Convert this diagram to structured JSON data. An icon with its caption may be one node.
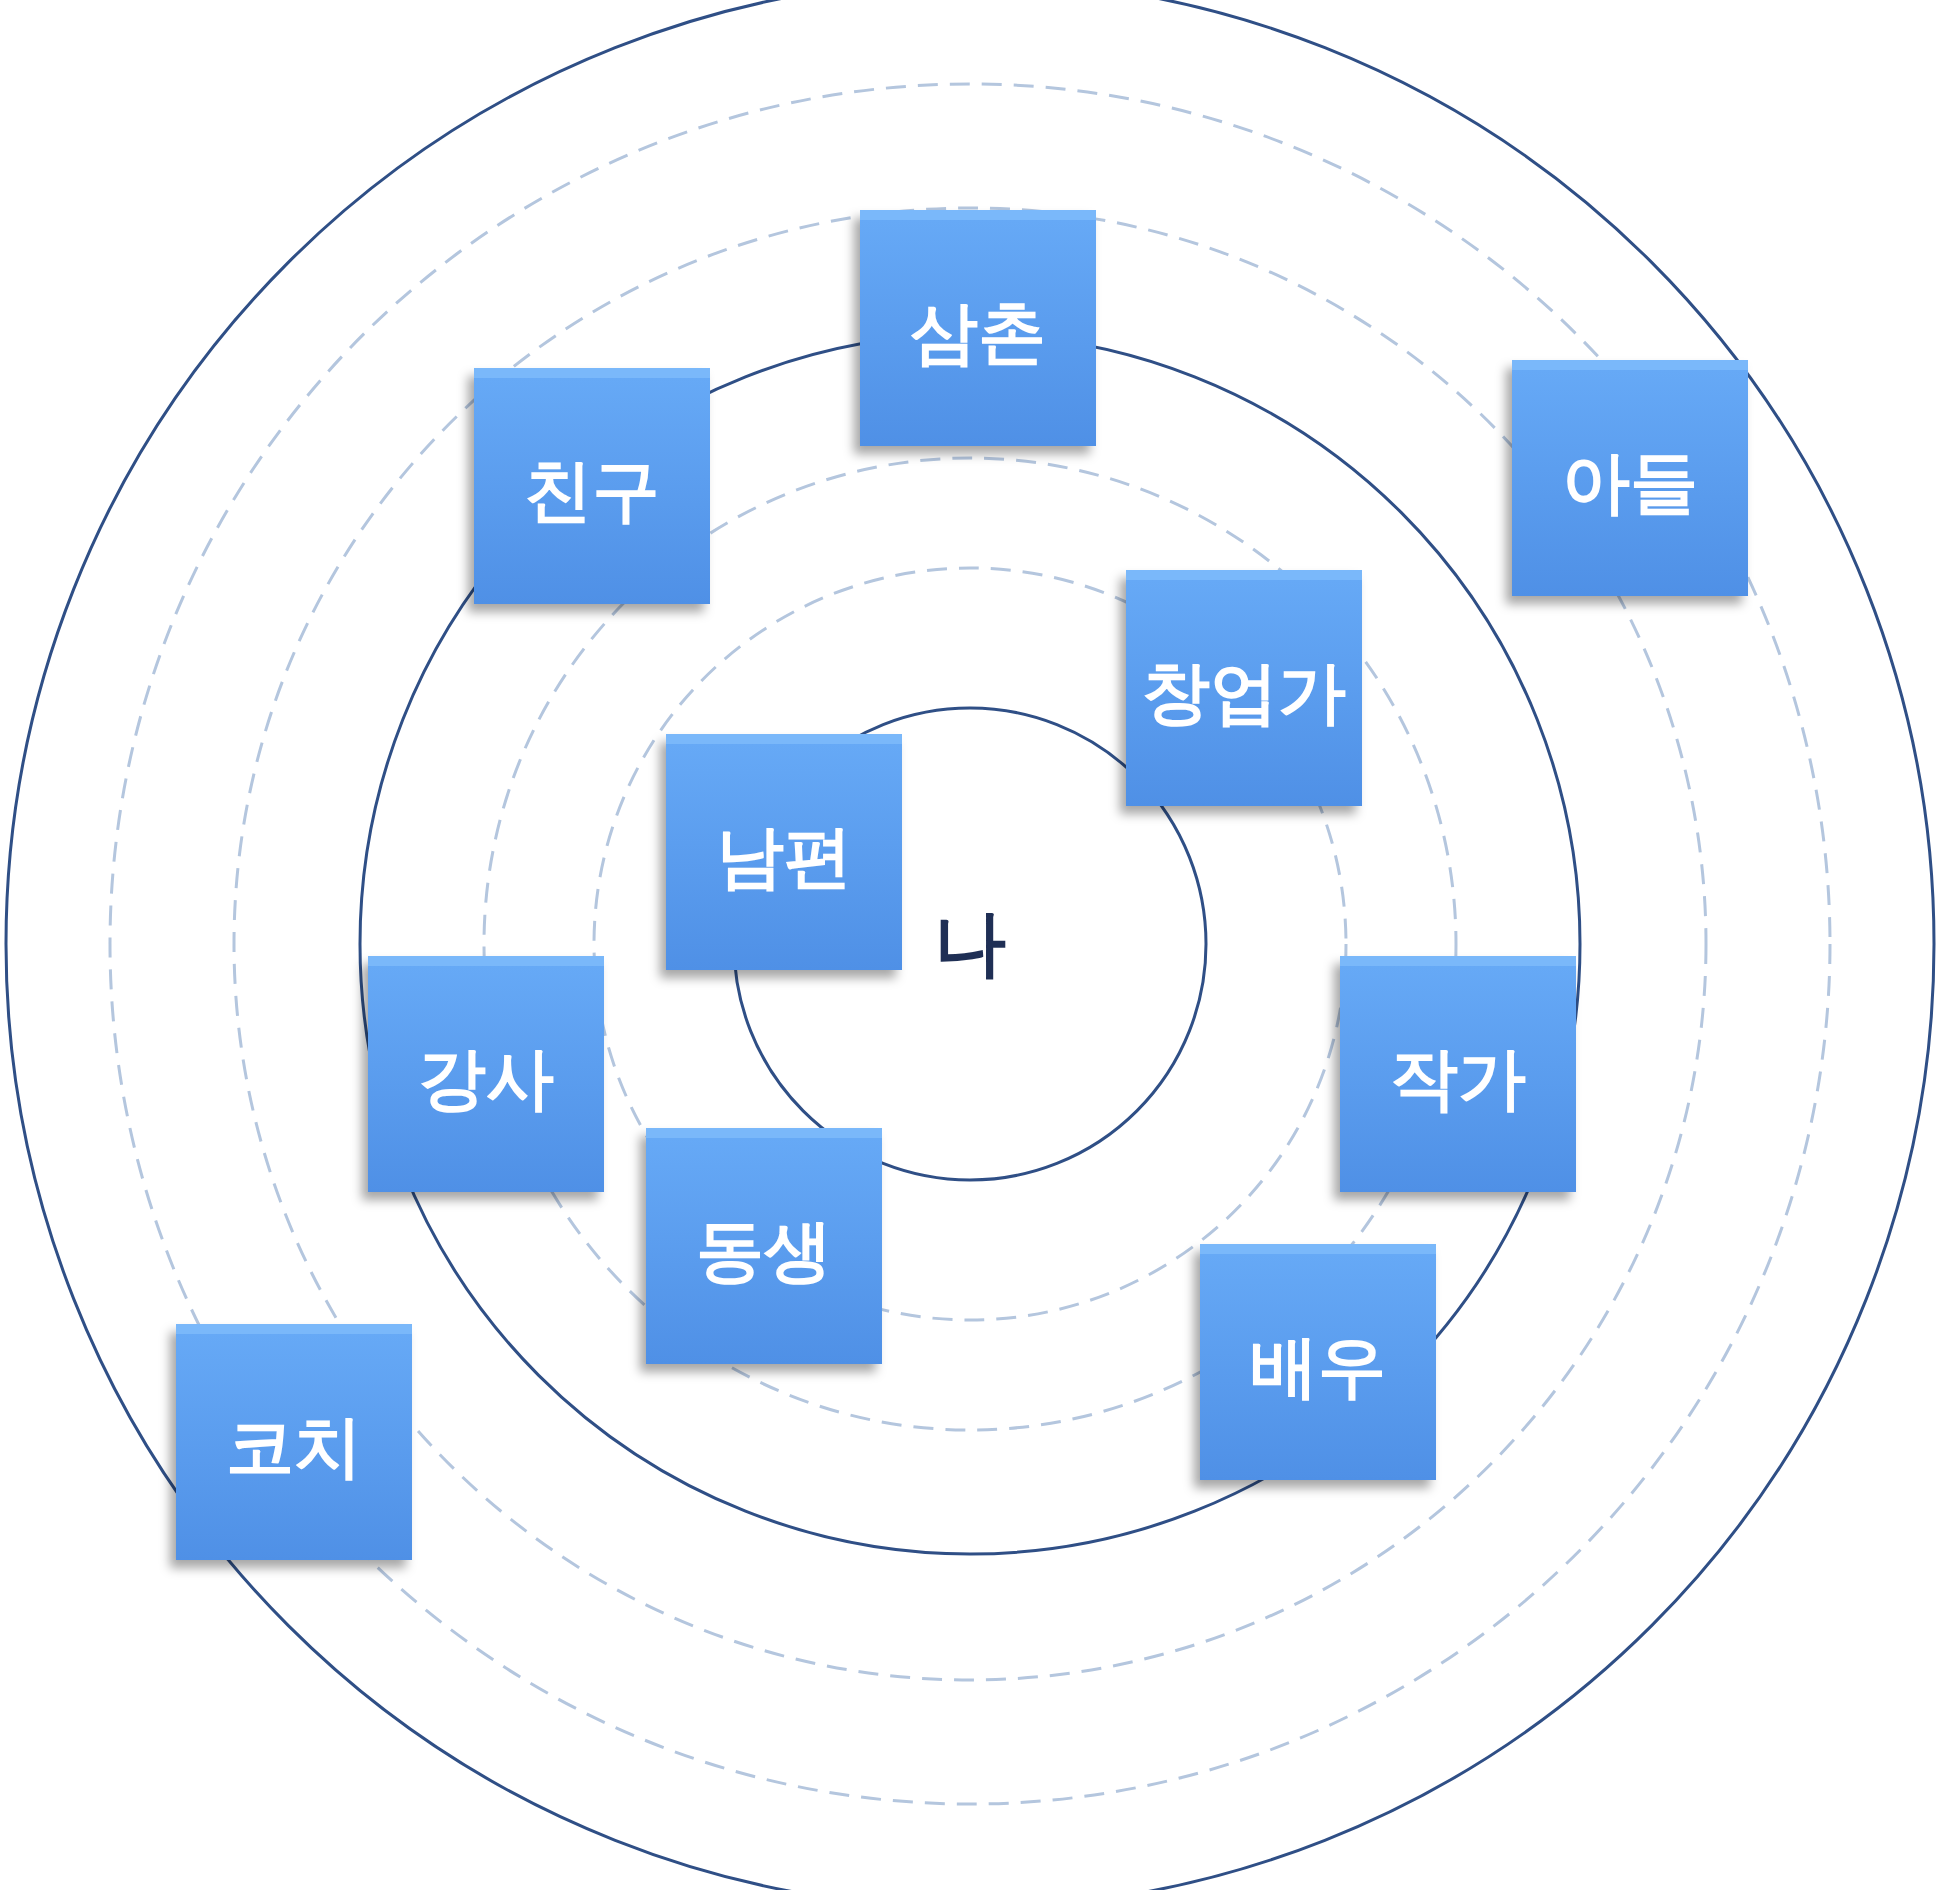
{
  "diagram": {
    "nodes": [
      {
        "text": [
          "삼촌"
        ]
      },
      {
        "text": [
          "친구"
        ]
      },
      {
        "text": [
          "아들"
        ]
      },
      {
        "text": [
          "창업가"
        ]
      },
      {
        "text": [
          "남편"
        ]
      },
      {
        "text": [
          "나"
        ]
      },
      {
        "text": [
          "강사"
        ]
      },
      {
        "text": [
          "작가"
        ]
      },
      {
        "text": [
          "동생"
        ]
      },
      {
        "text": [
          "배우"
        ]
      },
      {
        "text": [
          "코치"
        ]
      }
    ]
  }
}
